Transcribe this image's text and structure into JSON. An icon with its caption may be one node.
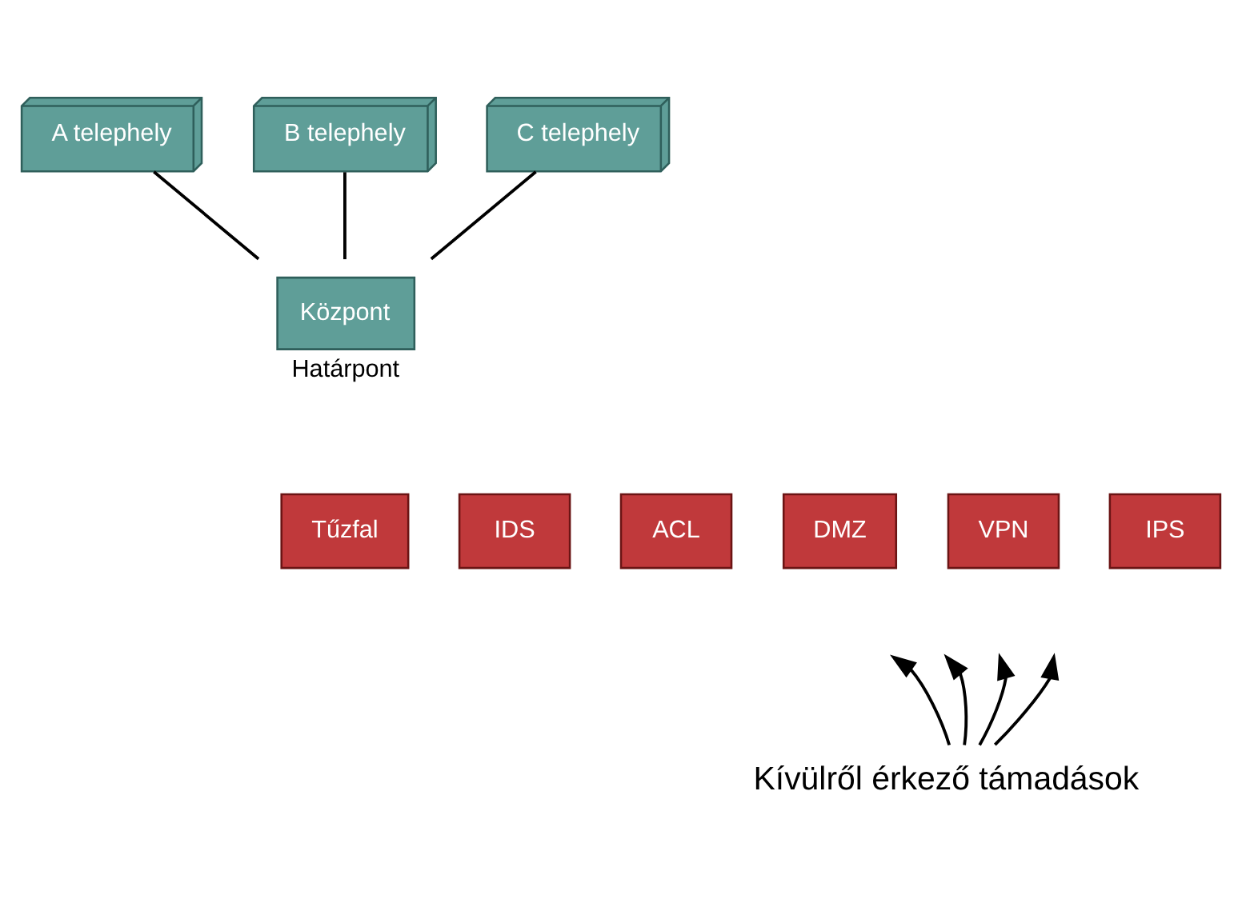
{
  "diagram": {
    "nodes": [
      {
        "text": [
          "A telephely"
        ]
      },
      {
        "text": [
          "B telephely"
        ]
      },
      {
        "text": [
          "C telephely"
        ]
      },
      {
        "text": [
          "Központ"
        ],
        "beside": [
          "Határpont"
        ]
      },
      {
        "text": [
          "Tűzfal"
        ]
      },
      {
        "text": [
          "IDS"
        ]
      },
      {
        "text": [
          "ACL"
        ]
      },
      {
        "text": [
          "DMZ"
        ]
      },
      {
        "text": [
          "VPN"
        ]
      },
      {
        "text": [
          "IPS"
        ]
      },
      {
        "text": [
          "Kívülről érkező támadások"
        ]
      }
    ],
    "edges": [
      {
        "from": 0,
        "to": 3,
        "arrow": "none"
      },
      {
        "from": 1,
        "to": 3,
        "arrow": "none"
      },
      {
        "from": 2,
        "to": 3,
        "arrow": "none"
      },
      {
        "from": 10,
        "to": null,
        "arrow": "to"
      },
      {
        "from": 10,
        "to": null,
        "arrow": "to"
      },
      {
        "from": 10,
        "to": null,
        "arrow": "to"
      },
      {
        "from": 10,
        "to": null,
        "arrow": "to"
      }
    ]
  }
}
